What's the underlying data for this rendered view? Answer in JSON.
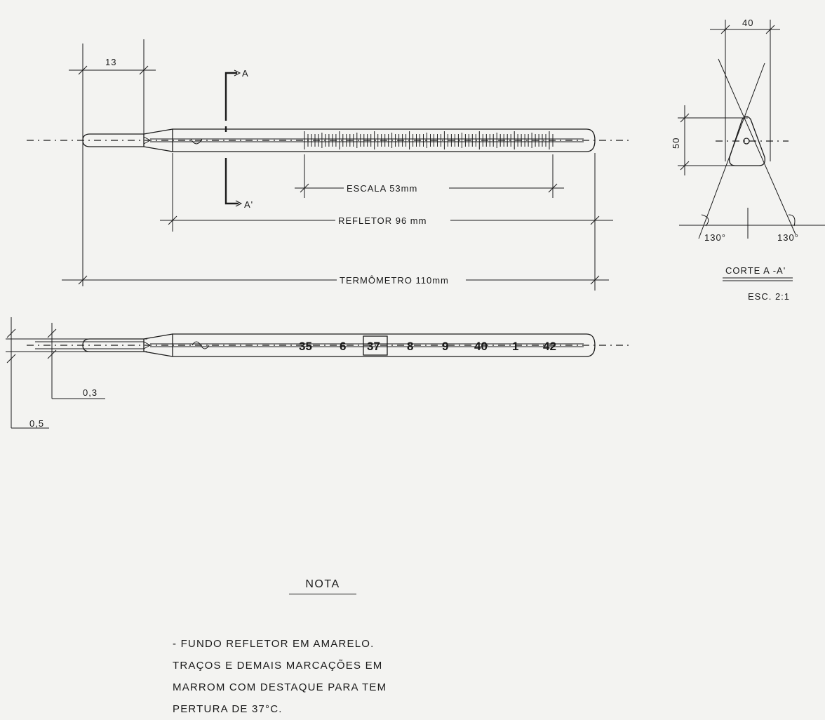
{
  "dimensions": {
    "head_width": "13",
    "section_width": "40",
    "section_height": "50",
    "scale_length": "ESCALA  53mm",
    "reflector_length": "REFLETOR  96 mm",
    "thermometer_length": "TERMÔMETRO 110mm",
    "offset_small": "0,3",
    "offset_large": "0,5"
  },
  "section": {
    "marker_top": "A",
    "marker_bottom": "A'",
    "angle_left": "130°",
    "angle_right": "130°",
    "title": "CORTE A -A'",
    "scale": "ESC. 2:1"
  },
  "scale_labels": [
    "35",
    "6",
    "37",
    "8",
    "9",
    "40",
    "1",
    "42"
  ],
  "highlighted_label": "37",
  "note": {
    "title": "NOTA",
    "lines": [
      "- FUNDO REFLETOR EM AMARELO.",
      "TRAÇOS E DEMAIS MARCAÇÕES EM",
      "MARROM COM DESTAQUE PARA TEM",
      "PERTURA DE 37°C."
    ]
  }
}
